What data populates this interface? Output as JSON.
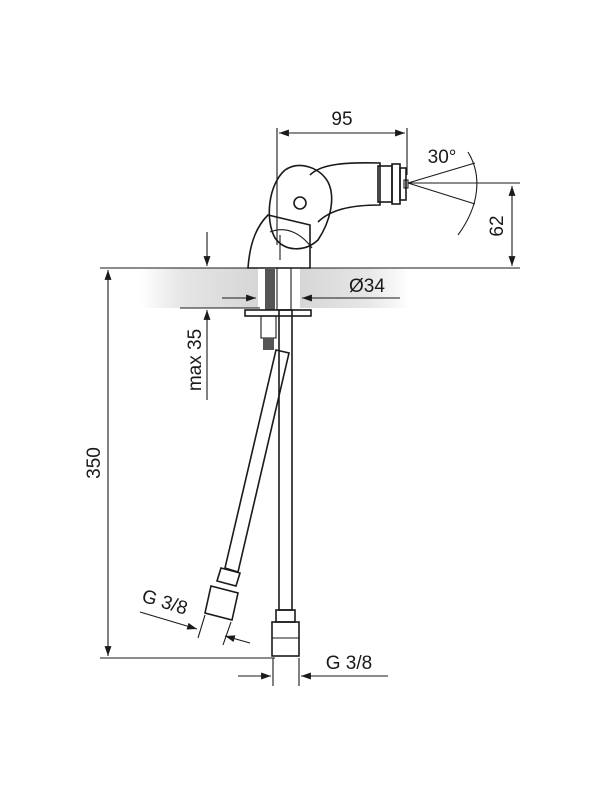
{
  "drawing": {
    "title": "Bidet mixer technical drawing",
    "colors": {
      "line": "#1a1a1a",
      "hose_fill": "#dcdcdc",
      "counter_band": "#d8d8d8",
      "background": "#ffffff"
    },
    "dimensions": {
      "spout_reach": "95",
      "spray_angle": "30°",
      "spout_height": "62",
      "hole_diameter": "Ø34",
      "max_thickness": "max 35",
      "total_height": "350",
      "hose_connection_left": "G 3/8",
      "hose_connection_right": "G 3/8"
    }
  }
}
